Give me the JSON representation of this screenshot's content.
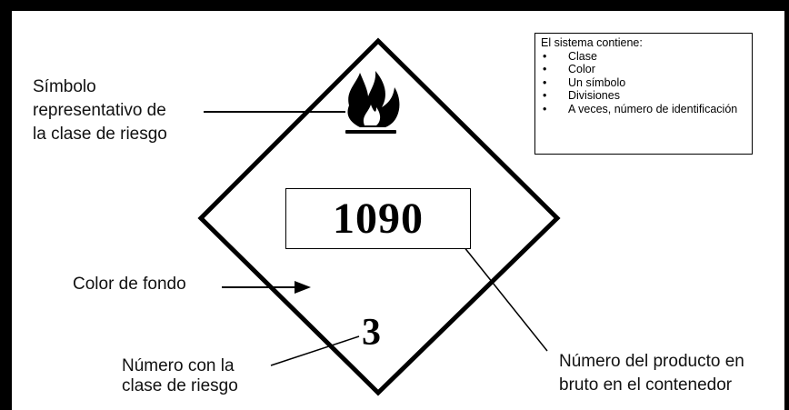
{
  "placard": {
    "id_number": "1090",
    "class_number": "3",
    "symbol_icon": "flame-icon"
  },
  "labels": {
    "symbol": [
      "Símbolo",
      "representativo de",
      "la clase de riesgo"
    ],
    "background_color": "Color de fondo",
    "class_number": [
      "Número con la",
      "clase de riesgo"
    ],
    "product_number": [
      "Número del producto en",
      "bruto en el contenedor"
    ]
  },
  "info_box": {
    "title": "El sistema contiene:",
    "items": [
      "Clase",
      "Color",
      "Un símbolo",
      "Divisiones",
      "A veces, número de identificación"
    ]
  }
}
